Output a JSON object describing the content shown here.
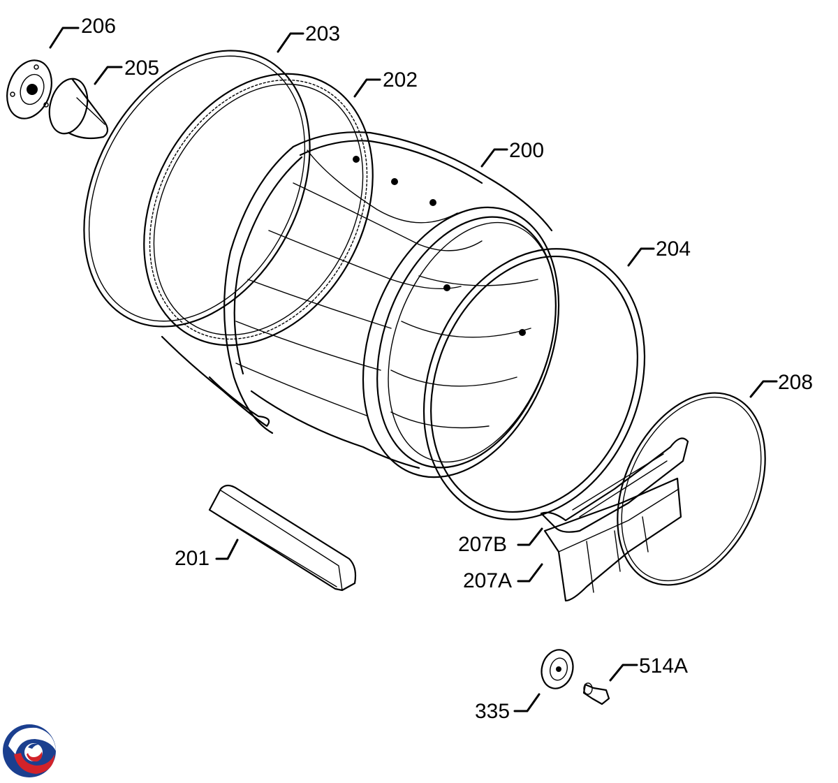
{
  "parts": {
    "p200": "200",
    "p201": "201",
    "p202": "202",
    "p203": "203",
    "p204": "204",
    "p205": "205",
    "p206": "206",
    "p207a": "207A",
    "p207b": "207B",
    "p208": "208",
    "p335": "335",
    "p514a": "514A"
  },
  "logo": {
    "icon": "brand-swirl-logo",
    "colors": [
      "#1b3f8f",
      "#d2232a"
    ]
  }
}
